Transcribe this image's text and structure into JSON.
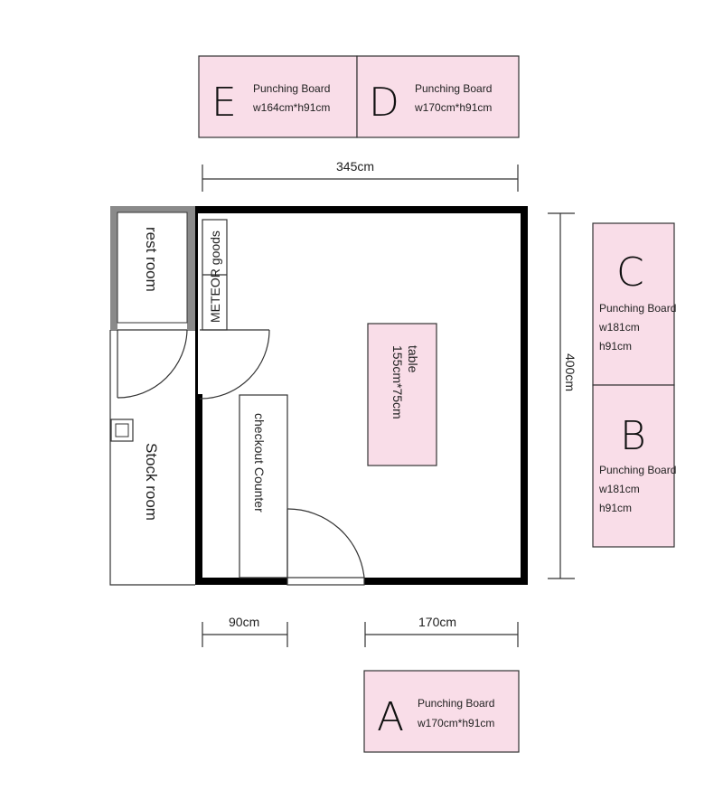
{
  "boards": [
    {
      "letter": "E",
      "title": "Punching Board",
      "size": "w164cm*h91cm"
    },
    {
      "letter": "D",
      "title": "Punching Board",
      "size": "w170cm*h91cm"
    },
    {
      "letter": "C",
      "title": "Punching Board",
      "size_w": "w181cm",
      "size_h": "h91cm"
    },
    {
      "letter": "B",
      "title": "Punching Board",
      "size_w": "w181cm",
      "size_h": "h91cm"
    },
    {
      "letter": "A",
      "title": "Punching Board",
      "size": "w170cm*h91cm"
    }
  ],
  "dimensions": {
    "top": "345cm",
    "right": "400cm",
    "bottom_left": "90cm",
    "bottom_right": "170cm"
  },
  "rooms": {
    "rest_room": "rest room",
    "stock_room": "Stock room"
  },
  "furniture": {
    "meteor_goods": "METEOR goods",
    "checkout_counter": "checkout  Counter",
    "table_name": "table",
    "table_size": "155cm*75cm"
  },
  "colors": {
    "board_fill": "#f9dde8",
    "wall": "#000000",
    "rest_wall": "#8a8a8a"
  }
}
